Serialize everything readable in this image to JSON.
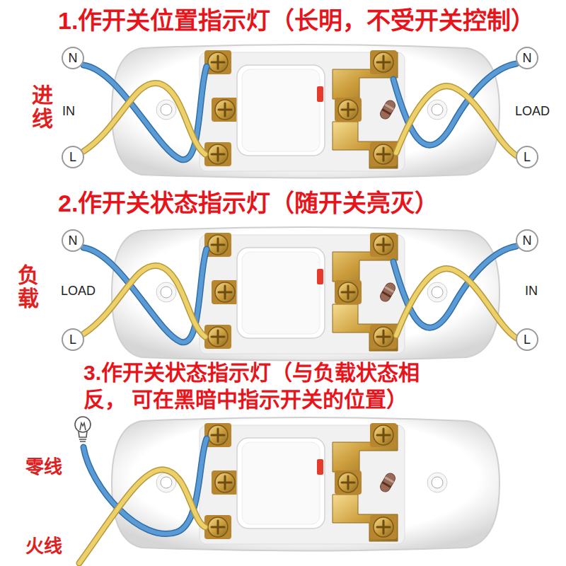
{
  "diagram": {
    "nodes": [
      {
        "text": [
          "N"
        ]
      },
      {
        "text": [
          "N"
        ]
      },
      {
        "text": [
          "L"
        ]
      },
      {
        "text": [
          "L"
        ]
      },
      {
        "text": [
          "N"
        ]
      },
      {
        "text": [
          "N"
        ]
      },
      {
        "text": [
          "L"
        ]
      },
      {
        "text": [
          "L"
        ]
      }
    ],
    "labels": [
      "1.作开关位置指示灯（长明，不受开关控制）",
      "进线",
      "IN",
      "LOAD",
      "2.作开关状态指示灯（随开关亮灭）",
      "负载",
      "LOAD",
      "IN",
      "3.作开关状态指示灯（与负载状态相反， 可在黑暗中指示开关的位置）",
      "零线",
      "火线"
    ]
  }
}
